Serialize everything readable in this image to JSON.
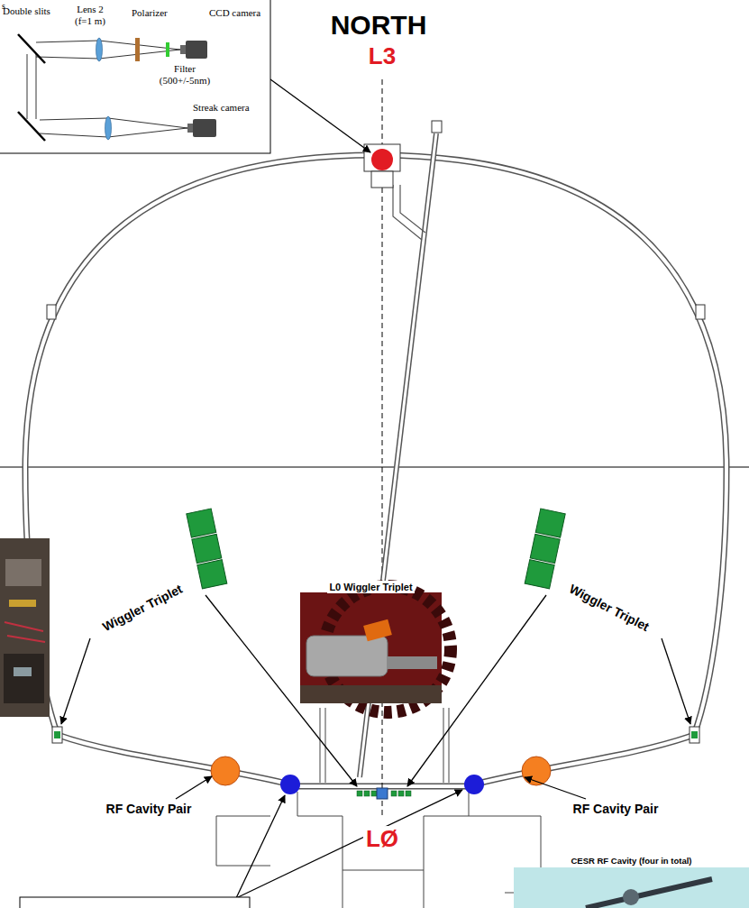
{
  "diagram": {
    "nodes": [
      {
        "text": [
          "L0 Wiggler Triplet"
        ]
      },
      {
        "text": [
          "CESR RF Cavity (four in total)"
        ]
      }
    ],
    "labels": [
      "s",
      "Double slits",
      "Lens 2 (f=1 m)",
      "Polarizer",
      "CCD camera",
      "Filter (500+/-5nm)",
      "Streak camera",
      "NORTH",
      "L3",
      "Wiggler Triplet",
      "Wiggler Triplet",
      "RF Cavity Pair",
      "RF Cavity Pair",
      "LØ"
    ]
  }
}
